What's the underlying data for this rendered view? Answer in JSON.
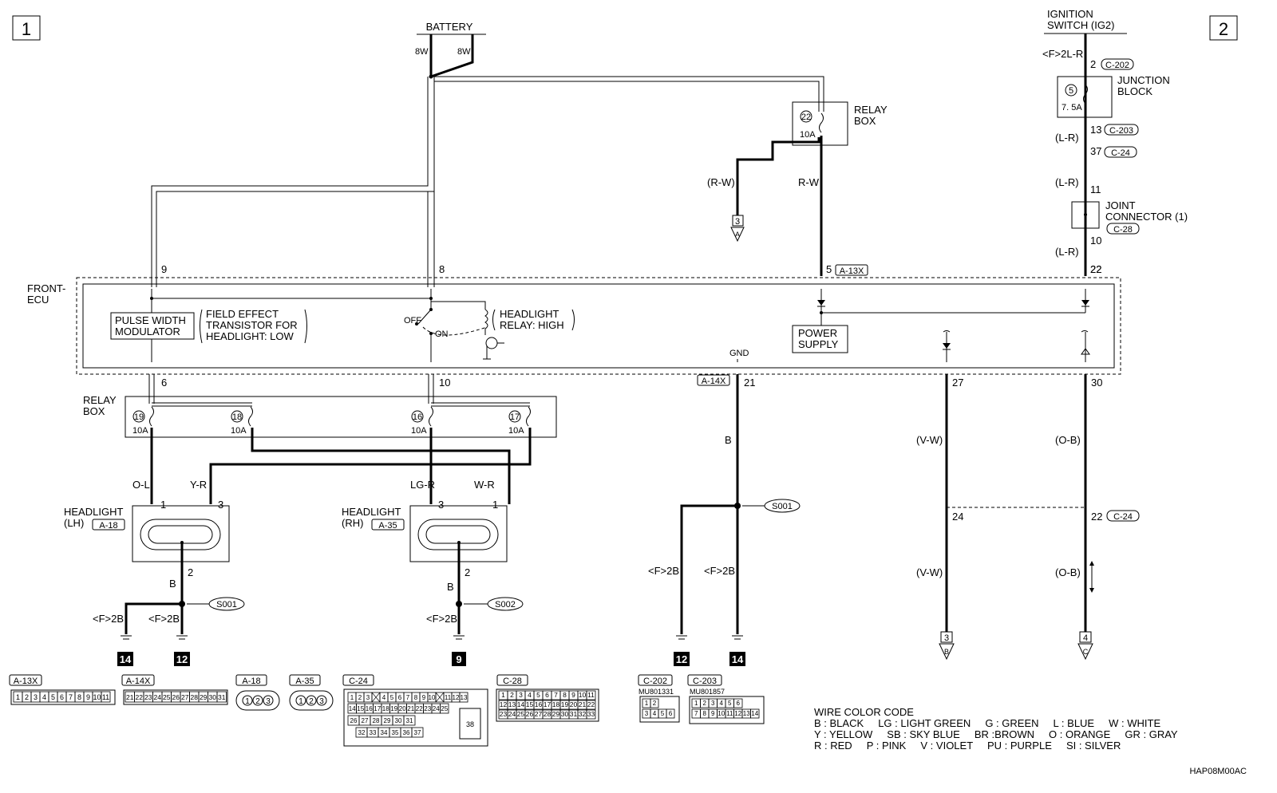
{
  "sheet": {
    "left_no": "1",
    "right_no": "2",
    "code": "HAP08M00AC"
  },
  "battery": {
    "label": "BATTERY",
    "wire_a": "8W",
    "wire_b": "8W"
  },
  "ignition": {
    "line1": "IGNITION",
    "line2": "SWITCH (IG2)",
    "wire": "<F>2L-R",
    "pin": "2",
    "conn": "C-202"
  },
  "junction_block": {
    "line1": "JUNCTION",
    "line2": "BLOCK",
    "fuse_no": "5",
    "fuse_amp": "7. 5A",
    "out_pin": "13",
    "out_conn": "C-203"
  },
  "ign_path": {
    "wire1": "(L-R)",
    "pin1": "37",
    "conn1": "C-24",
    "wire2": "(L-R)",
    "pin2": "11",
    "wire3": "(L-R)",
    "pin3": "22",
    "pin_out": "10"
  },
  "joint_connector": {
    "line1": "JOINT",
    "line2": "CONNECTOR (1)",
    "conn": "C-28"
  },
  "relay_box_top": {
    "line1": "RELAY",
    "line2": "BOX",
    "fuse_no": "22",
    "fuse_amp": "10A",
    "wire_left": "(R-W)",
    "wire_right": "R-W",
    "gnd_ref": "3",
    "gnd_letter": "A"
  },
  "front_ecu": {
    "line1": "FRONT-",
    "line2": "ECU",
    "pin9": "9",
    "pin8": "8",
    "pin5": "5",
    "conn_a13x": "A-13X",
    "pin22": "22",
    "pwm1": "PULSE WIDTH",
    "pwm2": "MODULATOR",
    "fet1": "FIELD EFFECT",
    "fet2": "TRANSISTOR FOR",
    "fet3": "HEADLIGHT: LOW",
    "sw_off": "OFF",
    "sw_on": "ON",
    "relay1": "HEADLIGHT",
    "relay2": "RELAY: HIGH",
    "ps1": "POWER",
    "ps2": "SUPPLY",
    "gnd": "GND",
    "pin6": "6",
    "pin10": "10",
    "pin21": "21",
    "conn_a14x": "A-14X",
    "pin27": "27",
    "pin30": "30"
  },
  "relay_box_mid": {
    "line1": "RELAY",
    "line2": "BOX",
    "fuses": [
      {
        "no": "19",
        "amp": "10A"
      },
      {
        "no": "18",
        "amp": "10A"
      },
      {
        "no": "16",
        "amp": "10A"
      },
      {
        "no": "17",
        "amp": "10A"
      }
    ]
  },
  "headlight_lh": {
    "line1": "HEADLIGHT",
    "line2": "(LH)",
    "conn": "A-18",
    "wire1": "O-L",
    "pin1": "1",
    "wire2": "Y-R",
    "pin2": "3",
    "pin_gnd": "2",
    "wire_gnd": "B"
  },
  "headlight_rh": {
    "line1": "HEADLIGHT",
    "line2": "(RH)",
    "conn": "A-35",
    "wire1": "LG-R",
    "pin1": "3",
    "wire2": "W-R",
    "pin2": "1",
    "pin_gnd": "2",
    "wire_gnd": "B"
  },
  "grounds": {
    "lh_left": "<F>2B",
    "lh_right": "<F>2B",
    "lh_splice": "S001",
    "rh": "<F>2B",
    "rh_splice": "S002",
    "ecu_left": "<F>2B",
    "ecu_right": "<F>2B",
    "ecu_splice": "S001",
    "ecu_wire": "B",
    "ref_14a": "14",
    "ref_12a": "12",
    "ref_9": "9",
    "ref_12b": "12",
    "ref_14b": "14"
  },
  "right_outputs": {
    "w27": "(V-W)",
    "w30": "(O-B)",
    "pin24": "24",
    "pin22": "22",
    "conn_c24": "C-24",
    "w24": "(V-W)",
    "w22": "(O-B)",
    "ref3": "3",
    "ref3_letter": "B",
    "ref4": "4",
    "ref4_letter": "C"
  },
  "connectors": {
    "a13x": {
      "name": "A-13X",
      "cells": [
        "1",
        "2",
        "3",
        "4",
        "5",
        "6",
        "7",
        "8",
        "9",
        "10",
        "11"
      ]
    },
    "a14x": {
      "name": "A-14X",
      "cells": [
        "21",
        "22",
        "23",
        "24",
        "25",
        "26",
        "27",
        "28",
        "29",
        "30",
        "31"
      ]
    },
    "a18": {
      "name": "A-18",
      "cells": [
        "1",
        "2",
        "3"
      ]
    },
    "a35": {
      "name": "A-35",
      "cells": [
        "1",
        "2",
        "3"
      ]
    },
    "c24": {
      "name": "C-24",
      "row1": [
        "1",
        "2",
        "3",
        "",
        "4",
        "5",
        "6",
        "7",
        "8",
        "9",
        "10",
        "",
        "11",
        "12",
        "13"
      ],
      "row2": [
        "14",
        "15",
        "16",
        "17",
        "18",
        "19",
        "20",
        "21",
        "22",
        "23",
        "24",
        "25"
      ],
      "row3": [
        "26",
        "27",
        "28",
        "29",
        "30",
        "31"
      ],
      "row4": [
        "32",
        "33",
        "34",
        "35",
        "36",
        "37"
      ],
      "big": "38"
    },
    "c28": {
      "name": "C-28",
      "row1": [
        "1",
        "2",
        "3",
        "4",
        "5",
        "6",
        "7",
        "8",
        "9",
        "10",
        "11"
      ],
      "row2": [
        "12",
        "13",
        "14",
        "15",
        "16",
        "17",
        "18",
        "19",
        "20",
        "21",
        "22"
      ],
      "row3": [
        "23",
        "24",
        "25",
        "26",
        "27",
        "28",
        "29",
        "30",
        "31",
        "32",
        "33"
      ]
    },
    "c202": {
      "name": "C-202",
      "part": "MU801331",
      "row1": [
        "1",
        "2"
      ],
      "row2": [
        "3",
        "4",
        "5",
        "6"
      ]
    },
    "c203": {
      "name": "C-203",
      "part": "MU801857",
      "row1": [
        "1",
        "2",
        "3",
        "4",
        "5",
        "6"
      ],
      "row2": [
        "7",
        "8",
        "9",
        "10",
        "11",
        "12",
        "13",
        "14"
      ]
    }
  },
  "legend": {
    "title": "WIRE COLOR CODE",
    "line1": "B : BLACK     LG : LIGHT GREEN     G : GREEN     L : BLUE     W : WHITE",
    "line2": "Y : YELLOW     SB : SKY BLUE     BR :BROWN     O : ORANGE     GR : GRAY",
    "line3": "R : RED     P : PINK     V : VIOLET     PU : PURPLE     SI : SILVER"
  }
}
